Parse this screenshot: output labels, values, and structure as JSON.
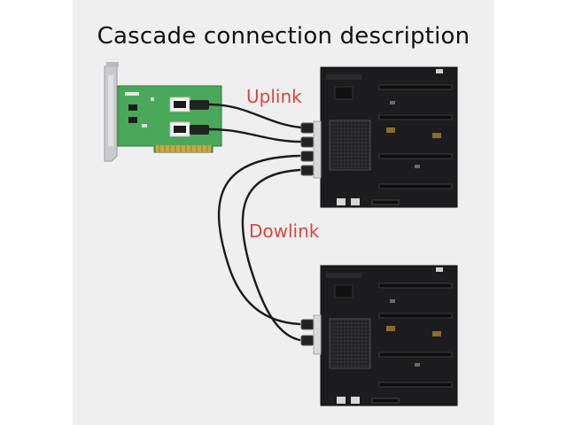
{
  "title": "Cascade connection description",
  "labels": {
    "uplink": "Uplink",
    "downlink": "Dowlink"
  },
  "colors": {
    "title": "#111111",
    "label": "#d9463c",
    "pcb_green": "#4aa85a",
    "board_black": "#1c1c1e",
    "cable": "#1a1a1a"
  }
}
